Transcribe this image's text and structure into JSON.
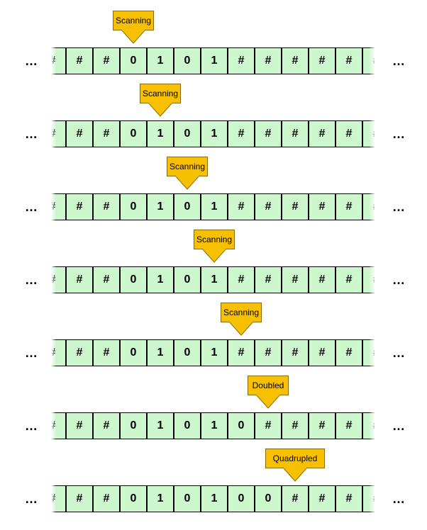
{
  "ellipsis": "…",
  "colors": {
    "cell_fill": "#cdf7cd",
    "head_fill": "#f7c000",
    "border": "#000000"
  },
  "rows": [
    {
      "head": "Scanning",
      "head_cell": 3,
      "cells": [
        "#",
        "#",
        "#",
        "0",
        "1",
        "0",
        "1",
        "#",
        "#",
        "#",
        "#",
        "#",
        "#"
      ]
    },
    {
      "head": "Scanning",
      "head_cell": 4,
      "cells": [
        "#",
        "#",
        "#",
        "0",
        "1",
        "0",
        "1",
        "#",
        "#",
        "#",
        "#",
        "#",
        "#"
      ]
    },
    {
      "head": "Scanning",
      "head_cell": 5,
      "cells": [
        "#",
        "#",
        "#",
        "0",
        "1",
        "0",
        "1",
        "#",
        "#",
        "#",
        "#",
        "#",
        "#"
      ]
    },
    {
      "head": "Scanning",
      "head_cell": 6,
      "cells": [
        "#",
        "#",
        "#",
        "0",
        "1",
        "0",
        "1",
        "#",
        "#",
        "#",
        "#",
        "#",
        "#"
      ]
    },
    {
      "head": "Scanning",
      "head_cell": 7,
      "cells": [
        "#",
        "#",
        "#",
        "0",
        "1",
        "0",
        "1",
        "#",
        "#",
        "#",
        "#",
        "#",
        "#"
      ]
    },
    {
      "head": "Doubled",
      "head_cell": 8,
      "cells": [
        "#",
        "#",
        "#",
        "0",
        "1",
        "0",
        "1",
        "0",
        "#",
        "#",
        "#",
        "#",
        "#"
      ]
    },
    {
      "head": "Quadrupled",
      "head_cell": 9,
      "cells": [
        "#",
        "#",
        "#",
        "0",
        "1",
        "0",
        "1",
        "0",
        "0",
        "#",
        "#",
        "#",
        "#"
      ]
    }
  ]
}
